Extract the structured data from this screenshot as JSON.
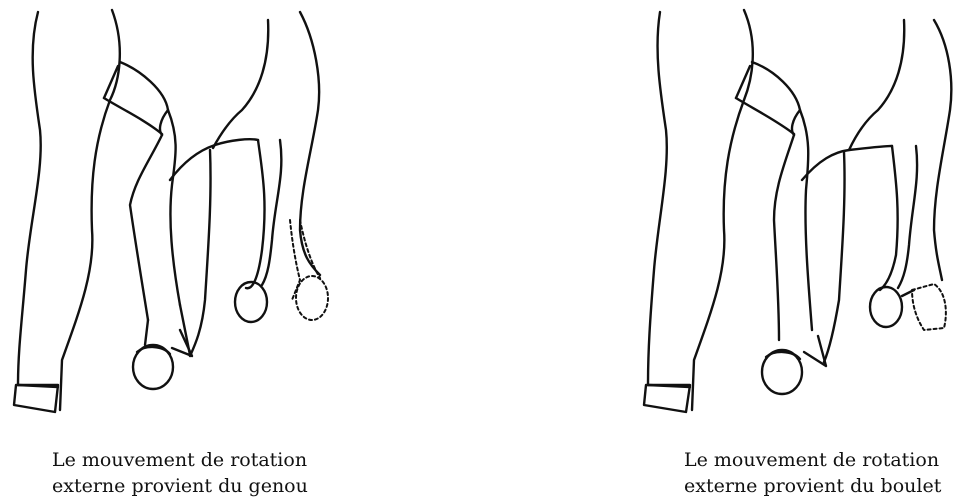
{
  "figures": [
    {
      "caption_line1": "Le mouvement de rotation",
      "caption_line2": "externe provient du genou"
    },
    {
      "caption_line1": "Le mouvement de rotation",
      "caption_line2": "externe provient du boulet"
    }
  ]
}
